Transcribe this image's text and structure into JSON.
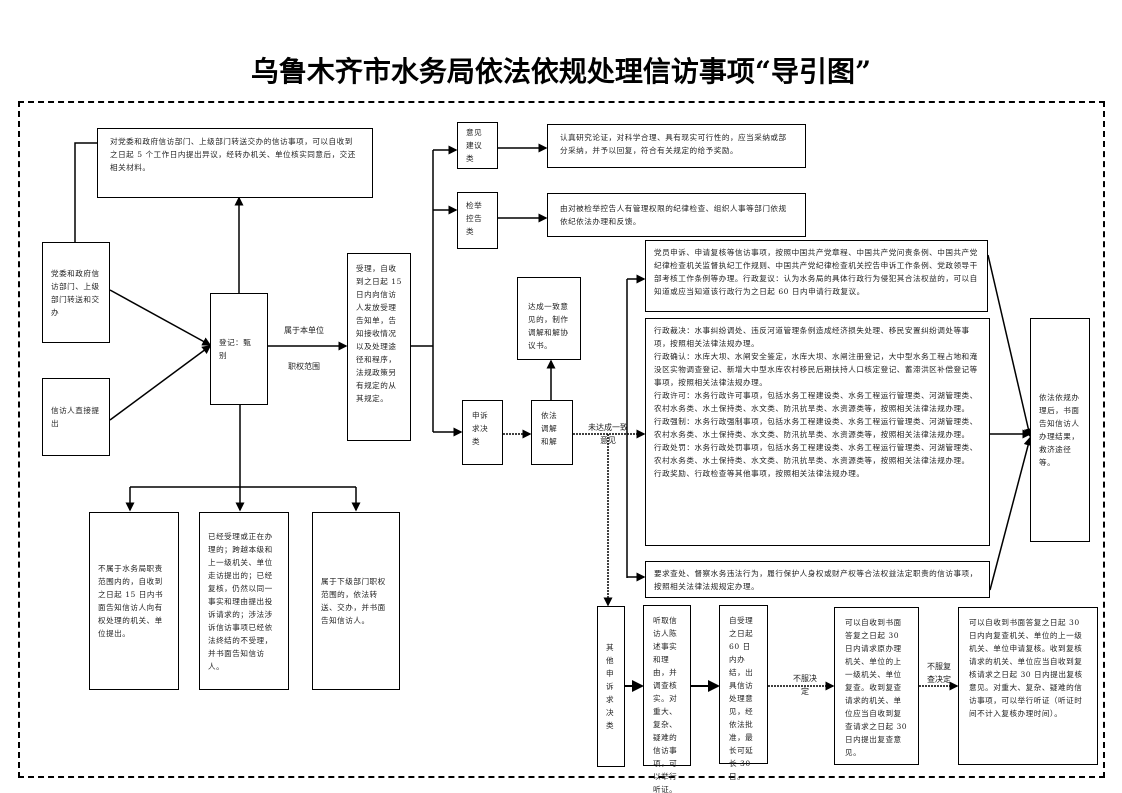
{
  "title": "乌鲁木齐市水务局依法依规处理信访事项“导引图”",
  "boxes": {
    "objection_note": "对党委和政府信访部门、上级部门转送交办的信访事项，可以自收到之日起 5 个工作日内提出异议，经转办机关、单位核实同意后，交还相关材料。",
    "source_party": "党委和政府信访部门、上级部门转送和交办",
    "source_direct": "信访人直接提出",
    "register": "登记：甄别",
    "accept": "受理，自收到之日起 15 日内向信访人发放受理告知单，告知接收情况以及处理途径和程序，法规政策另有规定的从其规定。",
    "suggestion": "意见建议类",
    "suggestion_result": "认真研究论证，对科学合理、具有现实可行性的，应当采纳或部分采纳，并予以回复，符合有关规定的给予奖励。",
    "report": "检举控告类",
    "report_result": "由对被检举控告人有管理权限的纪律检查、组织人事等部门依规依纪依法办理和反馈。",
    "appeal": "申诉求决类",
    "mediation": "依法调解和解",
    "agreement": "达成一致意见的，制作调解和解协议书。",
    "party_matters": "党员申诉、申请复核等信访事项，按照中国共产党章程、中国共产党问责条例、中国共产党纪律检查机关监督执纪工作规则、中国共产党纪律检查机关控告申诉工作条例、党政领导干部考核工作条例等办理。行政复议：认为水务局的具体行政行为侵犯其合法权益的，可以自知道或应当知道该行政行为之日起 60 日内申请行政复议。",
    "admin_matters": [
      "行政裁决：水事纠纷调处、违反河道管理条例造成经济损失处理、移民安置纠纷调处等事项，按照相关法律法规办理。",
      "行政确认：水库大坝、水闸安全鉴定，水库大坝、水闸注册登记，大中型水务工程占地和淹没区实物调查登记、新增大中型水库农村移民后期扶持人口核定登记、蓄滞洪区补偿登记等事项，按照相关法律法规办理。",
      "行政许可：水务行政许可事项，包括水务工程建设类、水务工程运行管理类、河湖管理类、农村水务类、水土保持类、水文类、防汛抗旱类、水资源类等，按照相关法律法规办理。",
      "行政强制：水务行政强制事项，包括水务工程建设类、水务工程运行管理类、河湖管理类、农村水务类、水土保持类、水文类、防汛抗旱类、水资源类等，按照相关法律法规办理。",
      "行政处罚：水务行政处罚事项，包括水务工程建设类、水务工程运行管理类、河湖管理类、农村水务类、水土保持类、水文类、防汛抗旱类、水资源类等，按照相关法律法规办理。",
      "行政奖励、行政检查等其他事项，按照相关法律法规办理。"
    ],
    "enforcement": "要求查处、督察水务违法行为，履行保护人身权或财产权等合法权益法定职责的信访事项，按照相关法律法规规定办理。",
    "final_notice": "依法依规办理后，书面告知信访人办理结果，救济途径等。",
    "not_water": "不属于水务局职责范围内的，自收到之日起 15 日内书面告知信访人向有权处理的机关、单位提出。",
    "not_accepted": "已经受理或正在办理的；跨越本级和上一级机关、单位走访提出的；已经复核，仍然以同一事实和理由提出投诉请求的；涉法涉诉信访事项已经依法终结的不受理，并书面告知信访人。",
    "lower_dept": "属于下级部门职权范围的，依法转送、交办，并书面告知信访人。",
    "other_appeal": "其他申诉求决类",
    "hearing": "听取信访人陈述事实和理由，并调查核实。对重大、复杂、疑难的信访事项，可以举行听证。",
    "handling": "自受理之日起 60 日内办结，出具信访处理意见，经依法批准，最长可延长 30 日。",
    "review": "可以自收到书面答复之日起 30 日内请求原办理机关、单位的上一级机关、单位复查。收到复查请求的机关、单位应当自收到复查请求之日起 30 日内提出复查意见。",
    "recheck": "可以自收到书面答复之日起 30 日内向复查机关、单位的上一级机关、单位申请复核。收到复核请求的机关、单位应当自收到复核请求之日起 30 日内提出复核意见。对重大、复杂、疑难的信访事项，可以举行听证（听证时间不计入复核办理时间）。"
  },
  "labels": {
    "scope_1": "属于本单位",
    "scope_2": "职权范围",
    "no_agreement": "未达成一致意见",
    "dissatisfied_decision": "不服决定",
    "dissatisfied_review": "不服复查决定"
  }
}
